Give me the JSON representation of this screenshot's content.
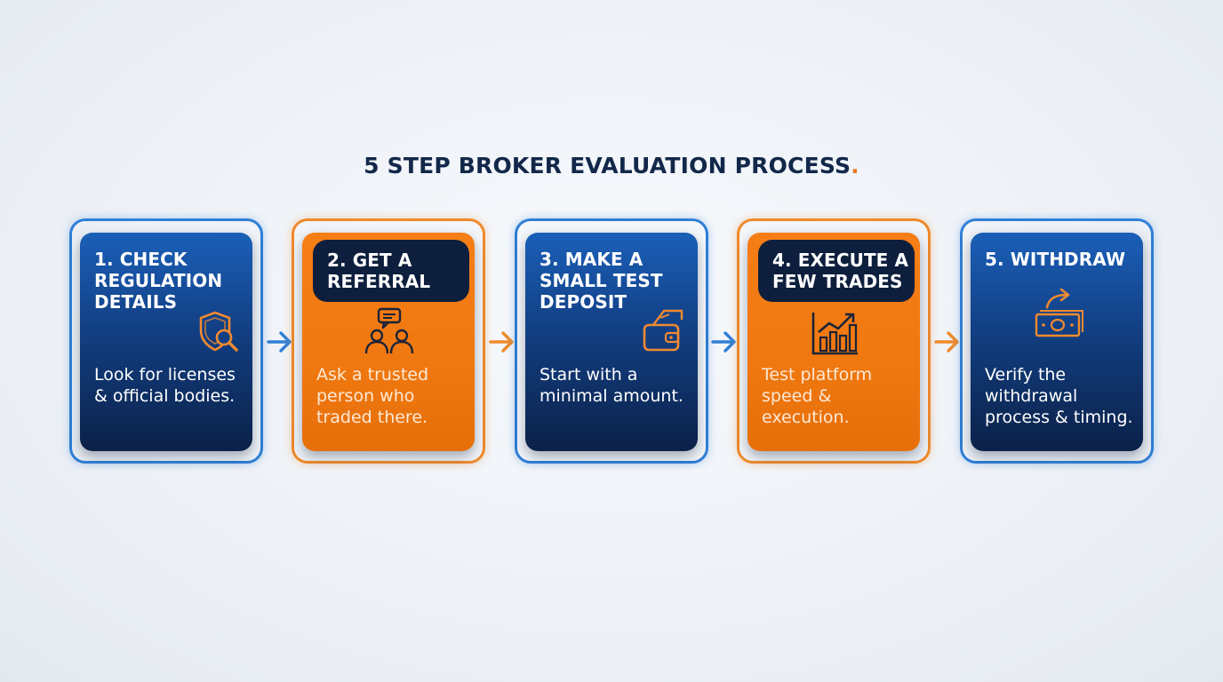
{
  "title": "5 STEP BROKER EVALUATION PROCESS",
  "title_suffix": ".",
  "colors": {
    "navy": "#12284a",
    "blue": "#1b5fb8",
    "orange": "#f07810",
    "blue_border": "#2f7fd6",
    "orange_border": "#ef8a2c"
  },
  "steps": [
    {
      "heading": "1. CHECK REGULATION DETAILS",
      "description": "Look for licenses & official bodies.",
      "icon": "shield-search-icon",
      "theme": "blue"
    },
    {
      "heading": "2. GET A REFERRAL",
      "description": "Ask a trusted person who traded there.",
      "icon": "people-chat-icon",
      "theme": "orange"
    },
    {
      "heading": "3. MAKE A SMALL TEST DEPOSIT",
      "description": "Start with a minimal amount.",
      "icon": "wallet-deposit-icon",
      "theme": "blue"
    },
    {
      "heading": "4. EXECUTE A FEW TRADES",
      "description": "Test platform speed & execution.",
      "icon": "bar-chart-trend-icon",
      "theme": "orange"
    },
    {
      "heading": "5. WITHDRAW",
      "description": "Verify the withdrawal process & timing.",
      "icon": "cash-withdraw-icon",
      "theme": "blue"
    }
  ]
}
